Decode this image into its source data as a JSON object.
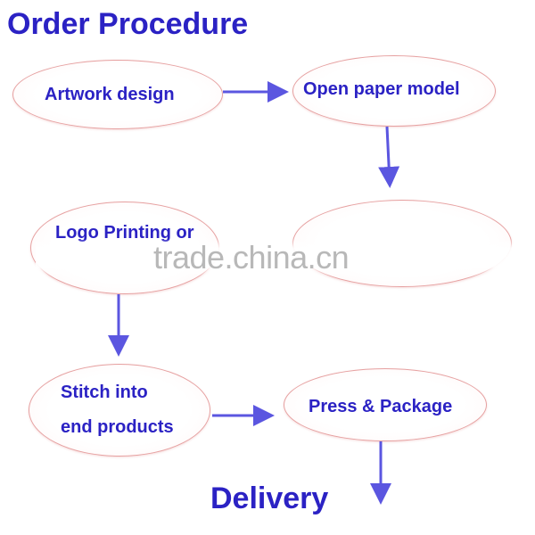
{
  "title": "Order Procedure",
  "steps": {
    "artwork": "Artwork design",
    "open_paper": "Open paper model",
    "logo_printing": "Logo Printing or",
    "stitch_line1": "Stitch into",
    "stitch_line2": "end products",
    "press_package": "Press & Package"
  },
  "final_step": "Delivery",
  "watermark": "trade.china.cn",
  "colors": {
    "text": "#2b22c4",
    "arrow": "#5b56e0",
    "node_border": "#e6a0a0"
  }
}
